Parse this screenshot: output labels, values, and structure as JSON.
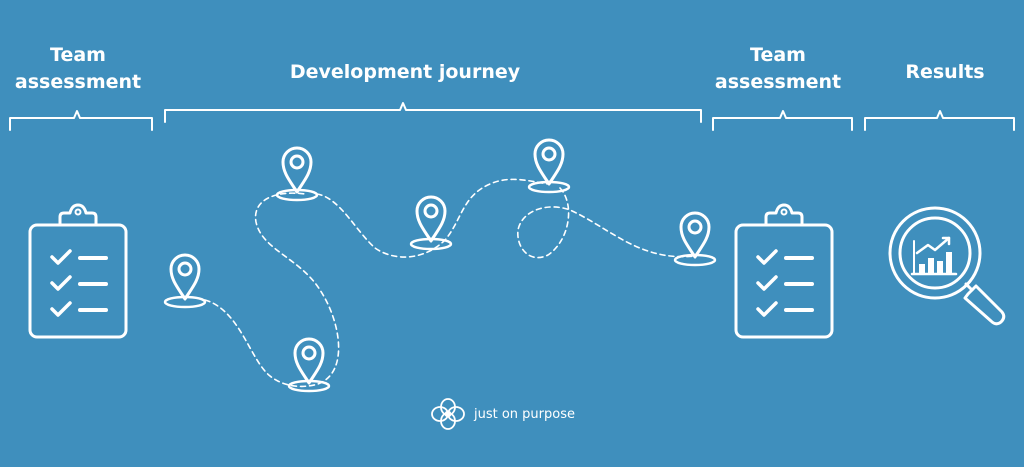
{
  "headers": {
    "left_assessment": {
      "line1": "Team",
      "line2": "assessment"
    },
    "journey": "Development journey",
    "right_assessment": {
      "line1": "Team",
      "line2": "assessment"
    },
    "results": "Results"
  },
  "brand": {
    "name": "just on purpose"
  },
  "colors": {
    "background": "#3f8fbd",
    "line": "#ffffff"
  },
  "icons": [
    "clipboard-checklist-icon",
    "map-pin-icon",
    "magnifier-chart-icon",
    "logo-icon"
  ]
}
